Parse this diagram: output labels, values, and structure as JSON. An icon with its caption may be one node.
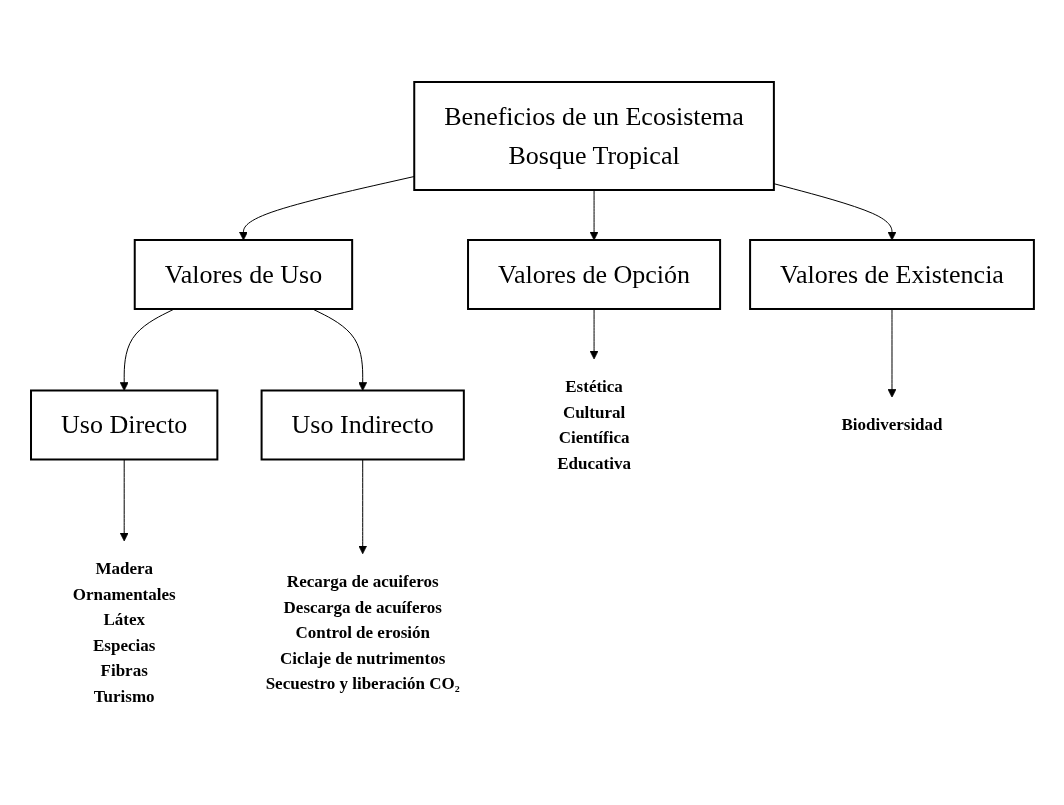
{
  "diagram": {
    "nodes": [
      {
        "text": [
          "Beneficios de un Ecosistema",
          "Bosque Tropical"
        ]
      },
      {
        "text": [
          "Valores de Opción"
        ]
      },
      {
        "text": [
          "Valores de Uso"
        ]
      },
      {
        "text": [
          "Valores de Existencia"
        ]
      },
      {
        "text": [
          "Uso Directo"
        ]
      },
      {
        "text": [
          "Uso Indirecto"
        ]
      },
      {
        "text": [
          "Estética",
          "Cultural",
          "Científica",
          "Educativa"
        ]
      },
      {
        "text": [
          "Madera",
          "Ornamentales",
          "Látex",
          "Especias",
          "Fibras",
          "Turismo"
        ]
      },
      {
        "text": [
          "Recarga de acuiferos",
          "Descarga de acuíferos",
          "Control de erosión",
          "Ciclaje de nutrimentos",
          "Secuestro y liberación CO₂"
        ]
      },
      {
        "text": [
          "Biodiversidad"
        ]
      }
    ],
    "edges": [
      {
        "from": 0,
        "to": 1,
        "arrow": "to"
      },
      {
        "from": 0,
        "to": 2,
        "arrow": "to"
      },
      {
        "from": 0,
        "to": 3,
        "arrow": "to"
      },
      {
        "from": 2,
        "to": 4,
        "arrow": "to"
      },
      {
        "from": 2,
        "to": 5,
        "arrow": "to"
      },
      {
        "from": 1,
        "to": 6,
        "arrow": "to"
      },
      {
        "from": 4,
        "to": 7,
        "arrow": "to"
      },
      {
        "from": 5,
        "to": 8,
        "arrow": "to"
      },
      {
        "from": 3,
        "to": 9,
        "arrow": "to"
      }
    ]
  }
}
